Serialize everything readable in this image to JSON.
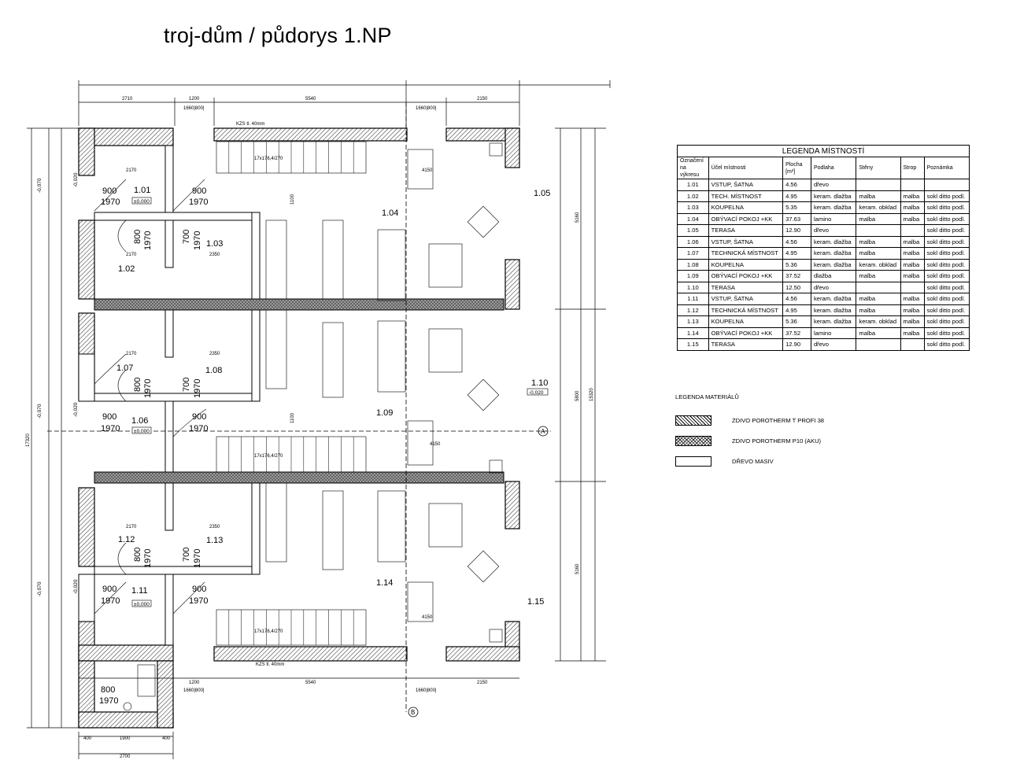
{
  "title": "troj-dům  /  půdorys 1.NP",
  "legend": {
    "caption": "LEGENDA MÍSTNOSTÍ",
    "headers": [
      "Označení na výkresu",
      "Účel místnosti",
      "Plocha [m²]",
      "Podlaha",
      "Stěny",
      "Strop",
      "Poznámka"
    ],
    "rows": [
      [
        "1.01",
        "VSTUP, ŠATNA",
        "4.56",
        "dřevo",
        "",
        "",
        ""
      ],
      [
        "1.02",
        "TECH. MÍSTNOST",
        "4.95",
        "keram. dlažba",
        "malba",
        "malba",
        "sokl ditto podl."
      ],
      [
        "1.03",
        "KOUPELNA",
        "5.35",
        "keram. dlažba",
        "keram. obklad",
        "malba",
        "sokl ditto podl."
      ],
      [
        "1.04",
        "OBÝVACÍ POKOJ +KK",
        "37.63",
        "lamino",
        "malba",
        "malba",
        "sokl ditto podl."
      ],
      [
        "1.05",
        "TERASA",
        "12.90",
        "dřevo",
        "",
        "",
        "sokl ditto podl."
      ],
      [
        "1.06",
        "VSTUP, ŠATNA",
        "4.56",
        "keram. dlažba",
        "malba",
        "malba",
        "sokl ditto podl."
      ],
      [
        "1.07",
        "TECHNICKÁ MÍSTNOST",
        "4.95",
        "keram. dlažba",
        "malba",
        "malba",
        "sokl ditto podl."
      ],
      [
        "1.08",
        "KOUPELNA",
        "5.36",
        "keram. dlažba",
        "keram. obklad",
        "malba",
        "sokl ditto podl."
      ],
      [
        "1.09",
        "OBÝVACÍ POKOJ +KK",
        "37.52",
        "dlažba",
        "malba",
        "malba",
        "sokl ditto podl."
      ],
      [
        "1.10",
        "TERASA",
        "12.50",
        "dřevo",
        "",
        "",
        "sokl ditto podl."
      ],
      [
        "1.11",
        "VSTUP, ŠATNA",
        "4.56",
        "keram. dlažba",
        "malba",
        "malba",
        "sokl ditto podl."
      ],
      [
        "1.12",
        "TECHNICKÁ MÍSTNOST",
        "4.95",
        "keram. dlažba",
        "malba",
        "malba",
        "sokl ditto podl."
      ],
      [
        "1.13",
        "KOUPELNA",
        "5.36",
        "keram. dlažba",
        "keram. obklad",
        "malba",
        "sokl ditto podl."
      ],
      [
        "1.14",
        "OBÝVACÍ POKOJ +KK",
        "37.52",
        "lamino",
        "malba",
        "malba",
        "sokl ditto podl."
      ],
      [
        "1.15",
        "TERASA",
        "12.90",
        "dřevo",
        "",
        "",
        "sokl ditto podl."
      ]
    ]
  },
  "materials": {
    "title": "LEGENDA MATERIÁLŮ",
    "items": [
      "ZDIVO POROTHERM T PROFI 38",
      "ZDIVO POROTHERM P10 (AKU)",
      "DŘEVO MASIV"
    ]
  },
  "rooms": {
    "r101": "1.01",
    "r102": "1.02",
    "r103": "1.03",
    "r104": "1.04",
    "r105": "1.05",
    "r106": "1.06",
    "r107": "1.07",
    "r108": "1.08",
    "r109": "1.09",
    "r110": "1.10",
    "r111": "1.11",
    "r112": "1.12",
    "r113": "1.13",
    "r114": "1.14",
    "r115": "1.15"
  },
  "doors": {
    "w900": "900",
    "h1970": "1970",
    "w800": "800",
    "w700": "700",
    "lvl0": "±0,000",
    "lvl020": "-0,020",
    "lvl070": "-0,070"
  },
  "dims": {
    "top1": "2710",
    "top2": "1200",
    "top3": "5540",
    "top4": "2150",
    "topsub": "1660|800|",
    "total": "17320",
    "right1": "5160",
    "right2": "5800",
    "right3": "15320",
    "stairs": "17x176,4/270",
    "kzs": "KZS tl. 40mm",
    "d2170": "2170",
    "d2350": "2350",
    "d4150": "4150",
    "d1100": "1100",
    "bottom1": "1200",
    "bottom2": "5540",
    "bottom3": "2150",
    "bottom4": "1900",
    "bottom5": "2700",
    "bottom6": "400"
  },
  "axis": {
    "a": "A",
    "b": "B"
  }
}
